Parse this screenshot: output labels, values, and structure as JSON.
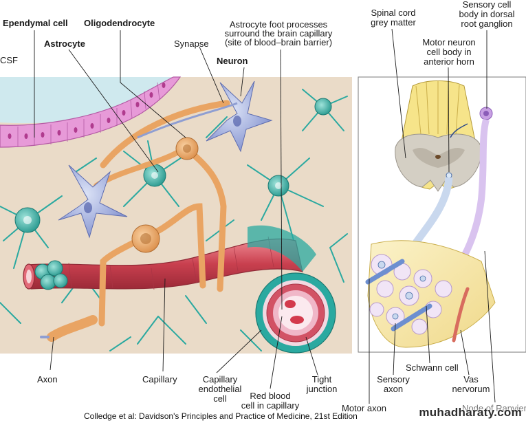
{
  "labels": {
    "ependymal_cell": "Ependymal cell",
    "oligodendrocyte": "Oligodendrocyte",
    "astrocyte_foot_1": "Astrocyte foot processes",
    "astrocyte_foot_2": "surround the brain capillary",
    "astrocyte_foot_3": "(site of blood–brain barrier)",
    "astrocyte": "Astrocyte",
    "synapse": "Synapse",
    "csf": "CSF",
    "neuron": "Neuron",
    "axon": "Axon",
    "capillary": "Capillary",
    "capillary_endothelial_1": "Capillary",
    "capillary_endothelial_2": "endothelial",
    "capillary_endothelial_3": "cell",
    "red_blood_cell_1": "Red blood",
    "red_blood_cell_2": "cell in capillary",
    "tight_junction_1": "Tight",
    "tight_junction_2": "junction",
    "spinal_cord_1": "Spinal cord",
    "spinal_cord_2": "grey matter",
    "sensory_cell_1": "Sensory cell",
    "sensory_cell_2": "body in dorsal",
    "sensory_cell_3": "root ganglion",
    "motor_neuron_1": "Motor neuron",
    "motor_neuron_2": "cell body in",
    "motor_neuron_3": "anterior horn",
    "schwann_cell": "Schwann cell",
    "sensory_axon_1": "Sensory",
    "sensory_axon_2": "axon",
    "vas_nervorum_1": "Vas",
    "vas_nervorum_2": "nervorum",
    "motor_axon": "Motor axon",
    "node_of_ranvier": "Node of Ranvier"
  },
  "caption": "Colledge et al: Davidson's Principles and Practice of Medicine, 21st Edition",
  "watermark": "muhadharaty.com",
  "colors": {
    "tissue": "#eadbc8",
    "astrocyte": "#2aa9a0",
    "ependymal": "#e79ad8",
    "csf": "#cfe9ee",
    "capillary": "#d0505e",
    "oligodendrocyte": "#e9a463",
    "neuron": "#8f9ed2",
    "spinal_white": "#f6e48a",
    "spinal_grey": "#d4cfc4"
  }
}
